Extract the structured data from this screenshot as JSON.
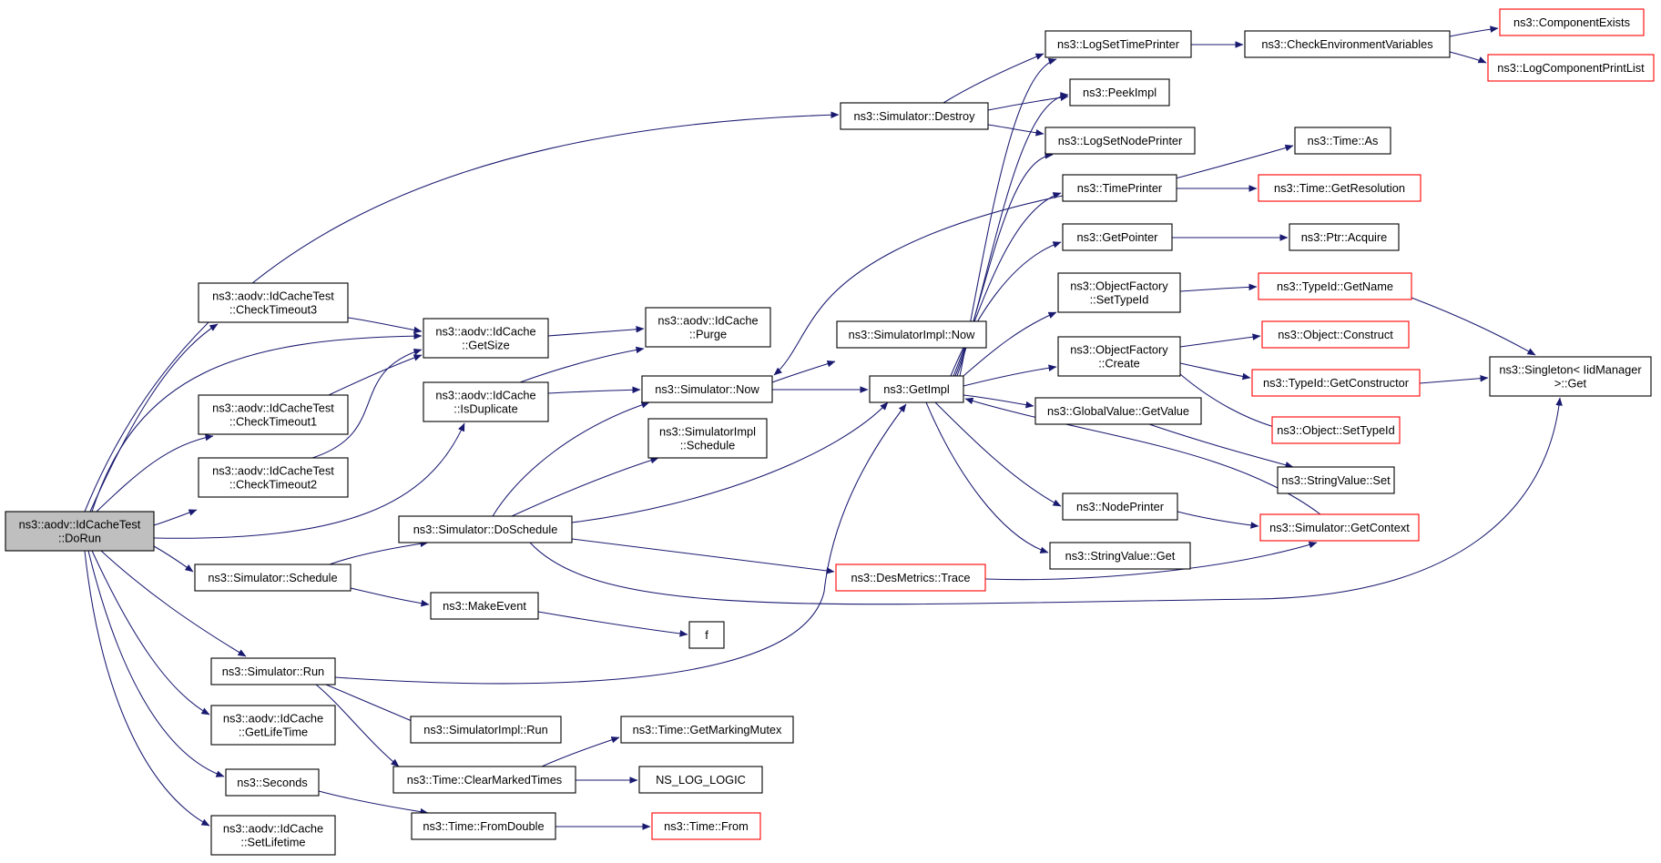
{
  "diagram": {
    "colors": {
      "edge": "#191970",
      "node_border": "#000000",
      "external_border": "#ff0000",
      "root_fill": "#bfbfbf"
    },
    "nodes": [
      {
        "id": "dorun",
        "lines": [
          "ns3::aodv::IdCacheTest",
          "::DoRun"
        ],
        "kind": "root"
      },
      {
        "id": "ct3",
        "lines": [
          "ns3::aodv::IdCacheTest",
          "::CheckTimeout3"
        ]
      },
      {
        "id": "ct1",
        "lines": [
          "ns3::aodv::IdCacheTest",
          "::CheckTimeout1"
        ]
      },
      {
        "id": "ct2",
        "lines": [
          "ns3::aodv::IdCacheTest",
          "::CheckTimeout2"
        ]
      },
      {
        "id": "getsize",
        "lines": [
          "ns3::aodv::IdCache",
          "::GetSize"
        ]
      },
      {
        "id": "isdup",
        "lines": [
          "ns3::aodv::IdCache",
          "::IsDuplicate"
        ]
      },
      {
        "id": "purge",
        "lines": [
          "ns3::aodv::IdCache",
          "::Purge"
        ]
      },
      {
        "id": "destroy",
        "lines": [
          "ns3::Simulator::Destroy"
        ]
      },
      {
        "id": "simnow",
        "lines": [
          "ns3::Simulator::Now"
        ]
      },
      {
        "id": "implnow",
        "lines": [
          "ns3::SimulatorImpl::Now"
        ]
      },
      {
        "id": "implsched",
        "lines": [
          "ns3::SimulatorImpl",
          "::Schedule"
        ]
      },
      {
        "id": "doschedule",
        "lines": [
          "ns3::Simulator::DoSchedule"
        ]
      },
      {
        "id": "schedule",
        "lines": [
          "ns3::Simulator::Schedule"
        ]
      },
      {
        "id": "makeevent",
        "lines": [
          "ns3::MakeEvent"
        ]
      },
      {
        "id": "f",
        "lines": [
          "f"
        ]
      },
      {
        "id": "simrun",
        "lines": [
          "ns3::Simulator::Run"
        ]
      },
      {
        "id": "implrun",
        "lines": [
          "ns3::SimulatorImpl::Run"
        ]
      },
      {
        "id": "getlifetime",
        "lines": [
          "ns3::aodv::IdCache",
          "::GetLifeTime"
        ]
      },
      {
        "id": "seconds",
        "lines": [
          "ns3::Seconds"
        ]
      },
      {
        "id": "setlifetime",
        "lines": [
          "ns3::aodv::IdCache",
          "::SetLifetime"
        ]
      },
      {
        "id": "clearmarked",
        "lines": [
          "ns3::Time::ClearMarkedTimes"
        ]
      },
      {
        "id": "markingmutex",
        "lines": [
          "ns3::Time::GetMarkingMutex"
        ]
      },
      {
        "id": "nslog",
        "lines": [
          "NS_LOG_LOGIC"
        ]
      },
      {
        "id": "fromdouble",
        "lines": [
          "ns3::Time::FromDouble"
        ]
      },
      {
        "id": "timefrom",
        "lines": [
          "ns3::Time::From"
        ],
        "kind": "ext"
      },
      {
        "id": "getimpl",
        "lines": [
          "ns3::GetImpl"
        ]
      },
      {
        "id": "desmetrics",
        "lines": [
          "ns3::DesMetrics::Trace"
        ],
        "kind": "ext"
      },
      {
        "id": "logsettime",
        "lines": [
          "ns3::LogSetTimePrinter"
        ]
      },
      {
        "id": "peekimpl",
        "lines": [
          "ns3::PeekImpl"
        ]
      },
      {
        "id": "logsetnode",
        "lines": [
          "ns3::LogSetNodePrinter"
        ]
      },
      {
        "id": "timeprinter",
        "lines": [
          "ns3::TimePrinter"
        ]
      },
      {
        "id": "getpointer",
        "lines": [
          "ns3::GetPointer"
        ]
      },
      {
        "id": "ofsettypeid",
        "lines": [
          "ns3::ObjectFactory",
          "::SetTypeId"
        ]
      },
      {
        "id": "ofcreate",
        "lines": [
          "ns3::ObjectFactory",
          "::Create"
        ]
      },
      {
        "id": "gvgetvalue",
        "lines": [
          "ns3::GlobalValue::GetValue"
        ]
      },
      {
        "id": "nodeprinter",
        "lines": [
          "ns3::NodePrinter"
        ]
      },
      {
        "id": "svget",
        "lines": [
          "ns3::StringValue::Get"
        ]
      },
      {
        "id": "checkenv",
        "lines": [
          "ns3::CheckEnvironmentVariables"
        ]
      },
      {
        "id": "compexists",
        "lines": [
          "ns3::ComponentExists"
        ],
        "kind": "ext"
      },
      {
        "id": "logcomplist",
        "lines": [
          "ns3::LogComponentPrintList"
        ],
        "kind": "ext"
      },
      {
        "id": "timeas",
        "lines": [
          "ns3::Time::As"
        ]
      },
      {
        "id": "getres",
        "lines": [
          "ns3::Time::GetResolution"
        ],
        "kind": "ext"
      },
      {
        "id": "ptracquire",
        "lines": [
          "ns3::Ptr::Acquire"
        ]
      },
      {
        "id": "tidgetname",
        "lines": [
          "ns3::TypeId::GetName"
        ],
        "kind": "ext"
      },
      {
        "id": "objconstruct",
        "lines": [
          "ns3::Object::Construct"
        ],
        "kind": "ext"
      },
      {
        "id": "tidgetctor",
        "lines": [
          "ns3::TypeId::GetConstructor"
        ],
        "kind": "ext"
      },
      {
        "id": "objsettypeid",
        "lines": [
          "ns3::Object::SetTypeId"
        ],
        "kind": "ext"
      },
      {
        "id": "svset",
        "lines": [
          "ns3::StringValue::Set"
        ]
      },
      {
        "id": "getcontext",
        "lines": [
          "ns3::Simulator::GetContext"
        ],
        "kind": "ext"
      },
      {
        "id": "singleton",
        "lines": [
          "ns3::Singleton< IidManager",
          ">::Get"
        ]
      }
    ],
    "edges": [
      [
        "dorun",
        "destroy"
      ],
      [
        "dorun",
        "ct3"
      ],
      [
        "dorun",
        "getsize"
      ],
      [
        "dorun",
        "isdup"
      ],
      [
        "dorun",
        "ct1"
      ],
      [
        "dorun",
        "ct2"
      ],
      [
        "dorun",
        "schedule"
      ],
      [
        "dorun",
        "simrun"
      ],
      [
        "dorun",
        "getlifetime"
      ],
      [
        "dorun",
        "seconds"
      ],
      [
        "dorun",
        "setlifetime"
      ],
      [
        "ct3",
        "getsize"
      ],
      [
        "ct1",
        "getsize"
      ],
      [
        "ct2",
        "getsize"
      ],
      [
        "getsize",
        "purge"
      ],
      [
        "isdup",
        "purge"
      ],
      [
        "isdup",
        "simnow"
      ],
      [
        "destroy",
        "logsettime"
      ],
      [
        "destroy",
        "peekimpl"
      ],
      [
        "destroy",
        "logsetnode"
      ],
      [
        "simnow",
        "implnow"
      ],
      [
        "simnow",
        "getimpl"
      ],
      [
        "doschedule",
        "simnow"
      ],
      [
        "doschedule",
        "implsched"
      ],
      [
        "doschedule",
        "getimpl"
      ],
      [
        "doschedule",
        "desmetrics"
      ],
      [
        "doschedule",
        "singleton"
      ],
      [
        "schedule",
        "doschedule"
      ],
      [
        "schedule",
        "makeevent"
      ],
      [
        "makeevent",
        "f"
      ],
      [
        "simrun",
        "getimpl"
      ],
      [
        "simrun",
        "implrun"
      ],
      [
        "simrun",
        "clearmarked"
      ],
      [
        "clearmarked",
        "markingmutex"
      ],
      [
        "clearmarked",
        "nslog"
      ],
      [
        "seconds",
        "fromdouble"
      ],
      [
        "fromdouble",
        "timefrom"
      ],
      [
        "getimpl",
        "logsettime"
      ],
      [
        "getimpl",
        "peekimpl"
      ],
      [
        "getimpl",
        "logsetnode"
      ],
      [
        "getimpl",
        "timeprinter"
      ],
      [
        "getimpl",
        "getpointer"
      ],
      [
        "getimpl",
        "ofsettypeid"
      ],
      [
        "getimpl",
        "ofcreate"
      ],
      [
        "getimpl",
        "gvgetvalue"
      ],
      [
        "getimpl",
        "nodeprinter"
      ],
      [
        "getimpl",
        "svget"
      ],
      [
        "desmetrics",
        "getcontext"
      ],
      [
        "getcontext",
        "getimpl"
      ],
      [
        "timeprinter",
        "simnow"
      ],
      [
        "timeprinter",
        "timeas"
      ],
      [
        "timeprinter",
        "getres"
      ],
      [
        "logsettime",
        "checkenv"
      ],
      [
        "checkenv",
        "compexists"
      ],
      [
        "checkenv",
        "logcomplist"
      ],
      [
        "getpointer",
        "ptracquire"
      ],
      [
        "ofsettypeid",
        "tidgetname"
      ],
      [
        "tidgetname",
        "singleton"
      ],
      [
        "ofcreate",
        "objconstruct"
      ],
      [
        "ofcreate",
        "tidgetctor"
      ],
      [
        "ofcreate",
        "objsettypeid"
      ],
      [
        "tidgetctor",
        "singleton"
      ],
      [
        "gvgetvalue",
        "svset"
      ],
      [
        "nodeprinter",
        "getcontext"
      ]
    ]
  }
}
